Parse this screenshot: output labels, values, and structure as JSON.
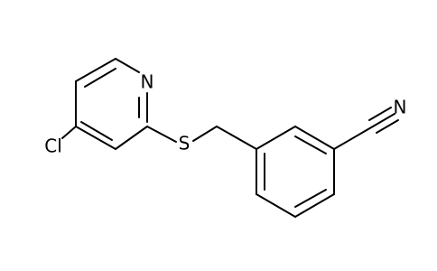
{
  "molecule": {
    "atoms": {
      "pyridine_n": "N",
      "sulfur": "S",
      "chlorine": "Cl",
      "nitrile_n": "N"
    }
  }
}
